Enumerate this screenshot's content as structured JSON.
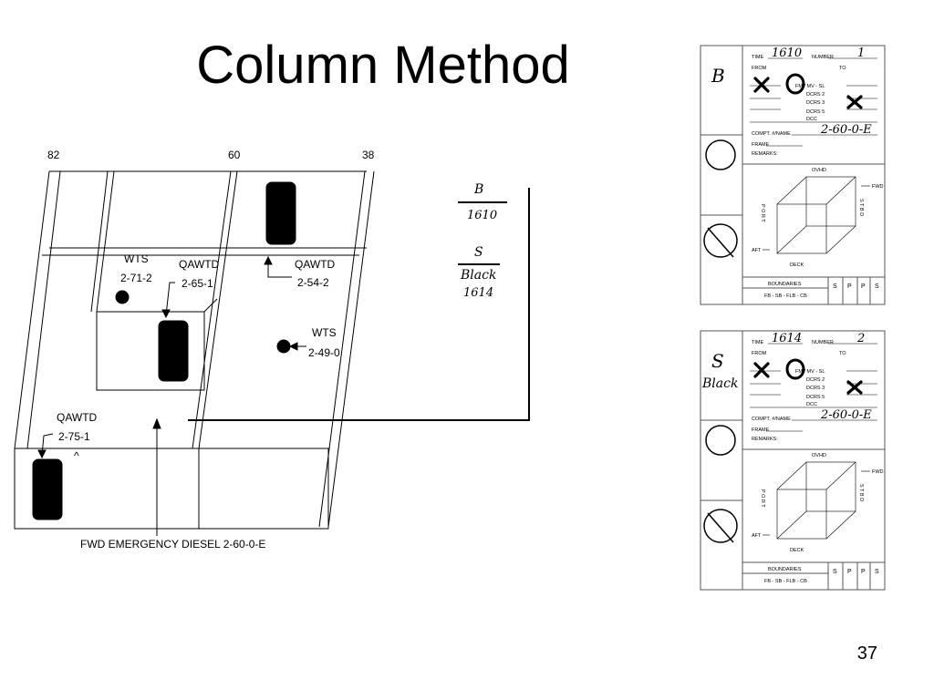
{
  "slide": {
    "title": "Column Method",
    "page_number": "37"
  },
  "deck_diagram": {
    "frame_labels": [
      "82",
      "60",
      "38"
    ],
    "callouts": [
      {
        "type": "WTS",
        "id": "2-71-2"
      },
      {
        "type": "QAWTD",
        "id": "2-65-1"
      },
      {
        "type": "QAWTD",
        "id": "2-54-2"
      },
      {
        "type": "WTS",
        "id": "2-49-0"
      },
      {
        "type": "QAWTD",
        "id": "2-75-1"
      }
    ],
    "caret": "^",
    "compartment_label": "FWD EMERGENCY DIESEL 2-60-0-E"
  },
  "column_log": [
    {
      "top": "B",
      "bottom": "1610"
    },
    {
      "top": "S",
      "bottom": "Black",
      "extra": "1614"
    }
  ],
  "cards": [
    {
      "time": "1610",
      "number": "1",
      "side_mark": "B",
      "side_mark2": "",
      "location": "2-60-0-E"
    },
    {
      "time": "1614",
      "number": "2",
      "side_mark": "S",
      "side_mark2": "Black",
      "location": "2-60-0-E"
    }
  ],
  "card_labels": {
    "time": "TIME",
    "number": "NUMBER",
    "from": "FROM",
    "to": "TO",
    "report_lines": [
      "FM  / MV - SL",
      "DCRS 2",
      "DCRS 3",
      "DCRS 5",
      "DCC"
    ],
    "compt": "COMPT. #/NAME",
    "frame": "FRAME",
    "remarks": "REMARKS:",
    "ovhd": "OVHD",
    "fwd": "FWD",
    "aft": "AFT",
    "deck": "DECK",
    "port": "P O R T",
    "stbd": "S T B D",
    "boundaries": "BOUNDARIES",
    "boundary_codes": "FB - SB - FLB - CB",
    "spps": [
      "S",
      "P",
      "P",
      "S"
    ]
  }
}
